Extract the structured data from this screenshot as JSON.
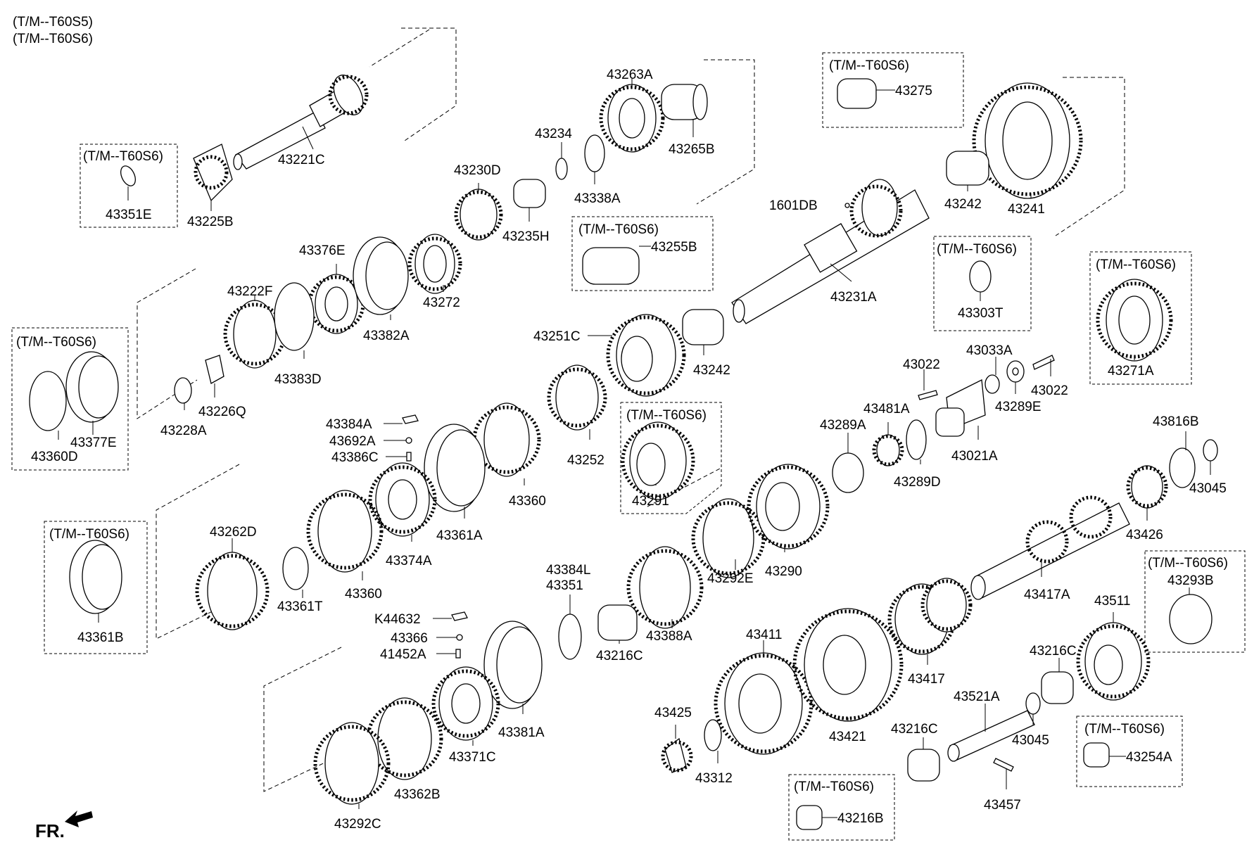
{
  "header": {
    "line1": "(T/M--T60S5)",
    "line2": "(T/M--T60S6)"
  },
  "variant_box_title": "(T/M--T60S6)",
  "footer": {
    "front_label": "FR."
  },
  "parts": {
    "p43221C": "43221C",
    "p43225B": "43225B",
    "p43351E": "43351E",
    "p43263A": "43263A",
    "p43265B": "43265B",
    "p43234": "43234",
    "p43338A": "43338A",
    "p43230D": "43230D",
    "p43235H": "43235H",
    "p43275": "43275",
    "p43241": "43241",
    "p43242a": "43242",
    "p1601DB": "1601DB",
    "p43231A": "43231A",
    "p43255B": "43255B",
    "p43376E": "43376E",
    "p43272": "43272",
    "p43382A": "43382A",
    "p43222F": "43222F",
    "p43383D": "43383D",
    "p43226Q": "43226Q",
    "p43228A": "43228A",
    "p43360D": "43360D",
    "p43377E": "43377E",
    "p43303T": "43303T",
    "p43271A": "43271A",
    "p43251C": "43251C",
    "p43242b": "43242",
    "p43022a": "43022",
    "p43033A": "43033A",
    "p43022b": "43022",
    "p43289E": "43289E",
    "p43021A": "43021A",
    "p43481A": "43481A",
    "p43289A": "43289A",
    "p43289D": "43289D",
    "p43384A": "43384A",
    "p43692A": "43692A",
    "p43386C": "43386C",
    "p43360a": "43360",
    "p43361A": "43361A",
    "p43252": "43252",
    "p43291": "43291",
    "p43374A": "43374A",
    "p43816B": "43816B",
    "p43045a": "43045",
    "p43426": "43426",
    "p43262D": "43262D",
    "p43361T": "43361T",
    "p43360b": "43360",
    "p43361B": "43361B",
    "p43384L": "43384L",
    "p43351": "43351",
    "p43216Ca": "43216C",
    "p43388A": "43388A",
    "p43292E": "43292E",
    "p43290": "43290",
    "p43417A": "43417A",
    "p43293B": "43293B",
    "pK44632": "K44632",
    "p43366": "43366",
    "p41452A": "41452A",
    "p43381A": "43381A",
    "p43371C": "43371C",
    "p43362B": "43362B",
    "p43292C": "43292C",
    "p43411": "43411",
    "p43421": "43421",
    "p43417": "43417",
    "p43511": "43511",
    "p43216Cb": "43216C",
    "p43425": "43425",
    "p43312": "43312",
    "p43521A": "43521A",
    "p43216Cc": "43216C",
    "p43045b": "43045",
    "p43457": "43457",
    "p43254A": "43254A",
    "p43216B": "43216B"
  }
}
